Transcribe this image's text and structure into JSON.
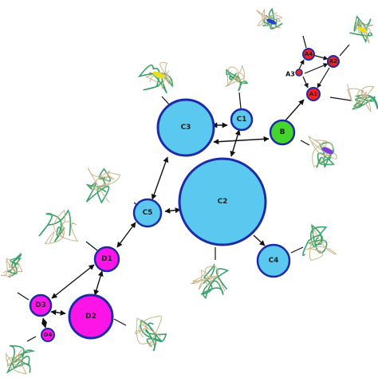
{
  "colors": {
    "c_fill": "#5bc8f0",
    "c_stroke": "#1e2aa8",
    "b_fill": "#44d62c",
    "d_fill": "#ff14e8",
    "a_fill": "#ee2222",
    "edge": "#111111",
    "protein_main": "#3aa36a",
    "protein_alt": "#c9b58a",
    "helix_yellow": "#e8e020",
    "helix_purple": "#7a3fd8",
    "sheet_blue": "#2a3fd0"
  },
  "nodes": {
    "C3": "C3",
    "C1": "C1",
    "B": "B",
    "C2": "C2",
    "C5": "C5",
    "C4": "C4",
    "D1": "D1",
    "D2": "D2",
    "D3": "D3",
    "D4": "D4",
    "A1": "A1",
    "A2": "A2",
    "A3": "A3",
    "A4": "A4"
  }
}
